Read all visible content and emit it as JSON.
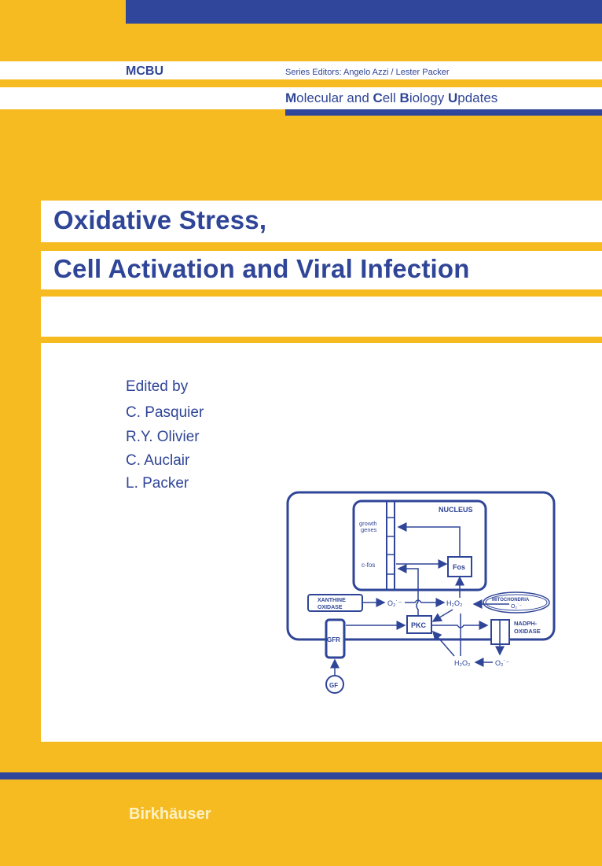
{
  "series": {
    "abbr": "MCBU",
    "editors": "Series Editors: Angelo Azzi / Lester Packer",
    "name_parts": [
      {
        "cap": "M",
        "rest": "olecular and "
      },
      {
        "cap": "C",
        "rest": "ell "
      },
      {
        "cap": "B",
        "rest": "iology "
      },
      {
        "cap": "U",
        "rest": "pdates"
      }
    ]
  },
  "title": {
    "line1": "Oxidative Stress,",
    "line2": "Cell Activation and Viral Infection"
  },
  "edited_by": {
    "label": "Edited by",
    "editors": [
      "C. Pasquier",
      "R.Y. Olivier",
      "C. Auclair",
      "L. Packer"
    ]
  },
  "diagram": {
    "nucleus": "NUCLEUS",
    "growth1": "growth",
    "growth2": "genes",
    "cfos": "c-fos",
    "fos": "Fos",
    "xanthine1": "XANTHINE",
    "xanthine2": "OXIDASE",
    "o2": "O₂˙⁻",
    "h2o2": "H₂O₂",
    "mito": "MITOCHONDRIA",
    "pkc": "PKC",
    "nadph1": "NADPH-",
    "nadph2": "OXIDASE",
    "gfr": "GFR",
    "gf": "GF"
  },
  "publisher": "Birkhäuser",
  "colors": {
    "background": "#f6bb21",
    "accent": "#30469b"
  }
}
